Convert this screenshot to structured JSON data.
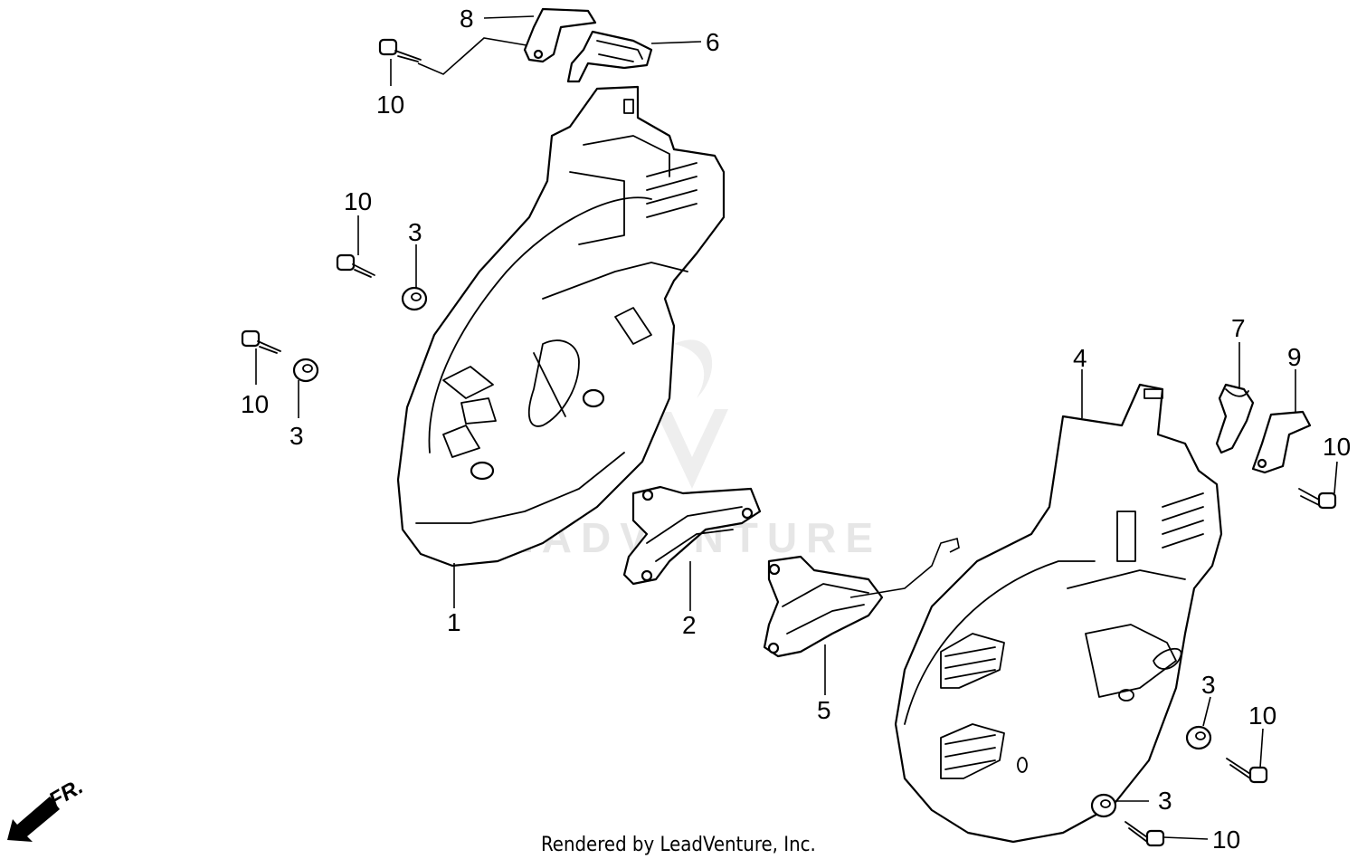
{
  "diagram": {
    "callouts": [
      {
        "id": "c1",
        "label": "1"
      },
      {
        "id": "c2",
        "label": "2"
      },
      {
        "id": "c3a",
        "label": "3"
      },
      {
        "id": "c3b",
        "label": "3"
      },
      {
        "id": "c3c",
        "label": "3"
      },
      {
        "id": "c3d",
        "label": "3"
      },
      {
        "id": "c4",
        "label": "4"
      },
      {
        "id": "c5",
        "label": "5"
      },
      {
        "id": "c6",
        "label": "6"
      },
      {
        "id": "c7",
        "label": "7"
      },
      {
        "id": "c8",
        "label": "8"
      },
      {
        "id": "c9",
        "label": "9"
      },
      {
        "id": "c10a",
        "label": "10"
      },
      {
        "id": "c10b",
        "label": "10"
      },
      {
        "id": "c10c",
        "label": "10"
      },
      {
        "id": "c10d",
        "label": "10"
      },
      {
        "id": "c10e",
        "label": "10"
      },
      {
        "id": "c10f",
        "label": "10"
      }
    ],
    "direction_label": "FR.",
    "watermark": "LEADVENTURE",
    "footer": "Rendered by LeadVenture, Inc."
  }
}
